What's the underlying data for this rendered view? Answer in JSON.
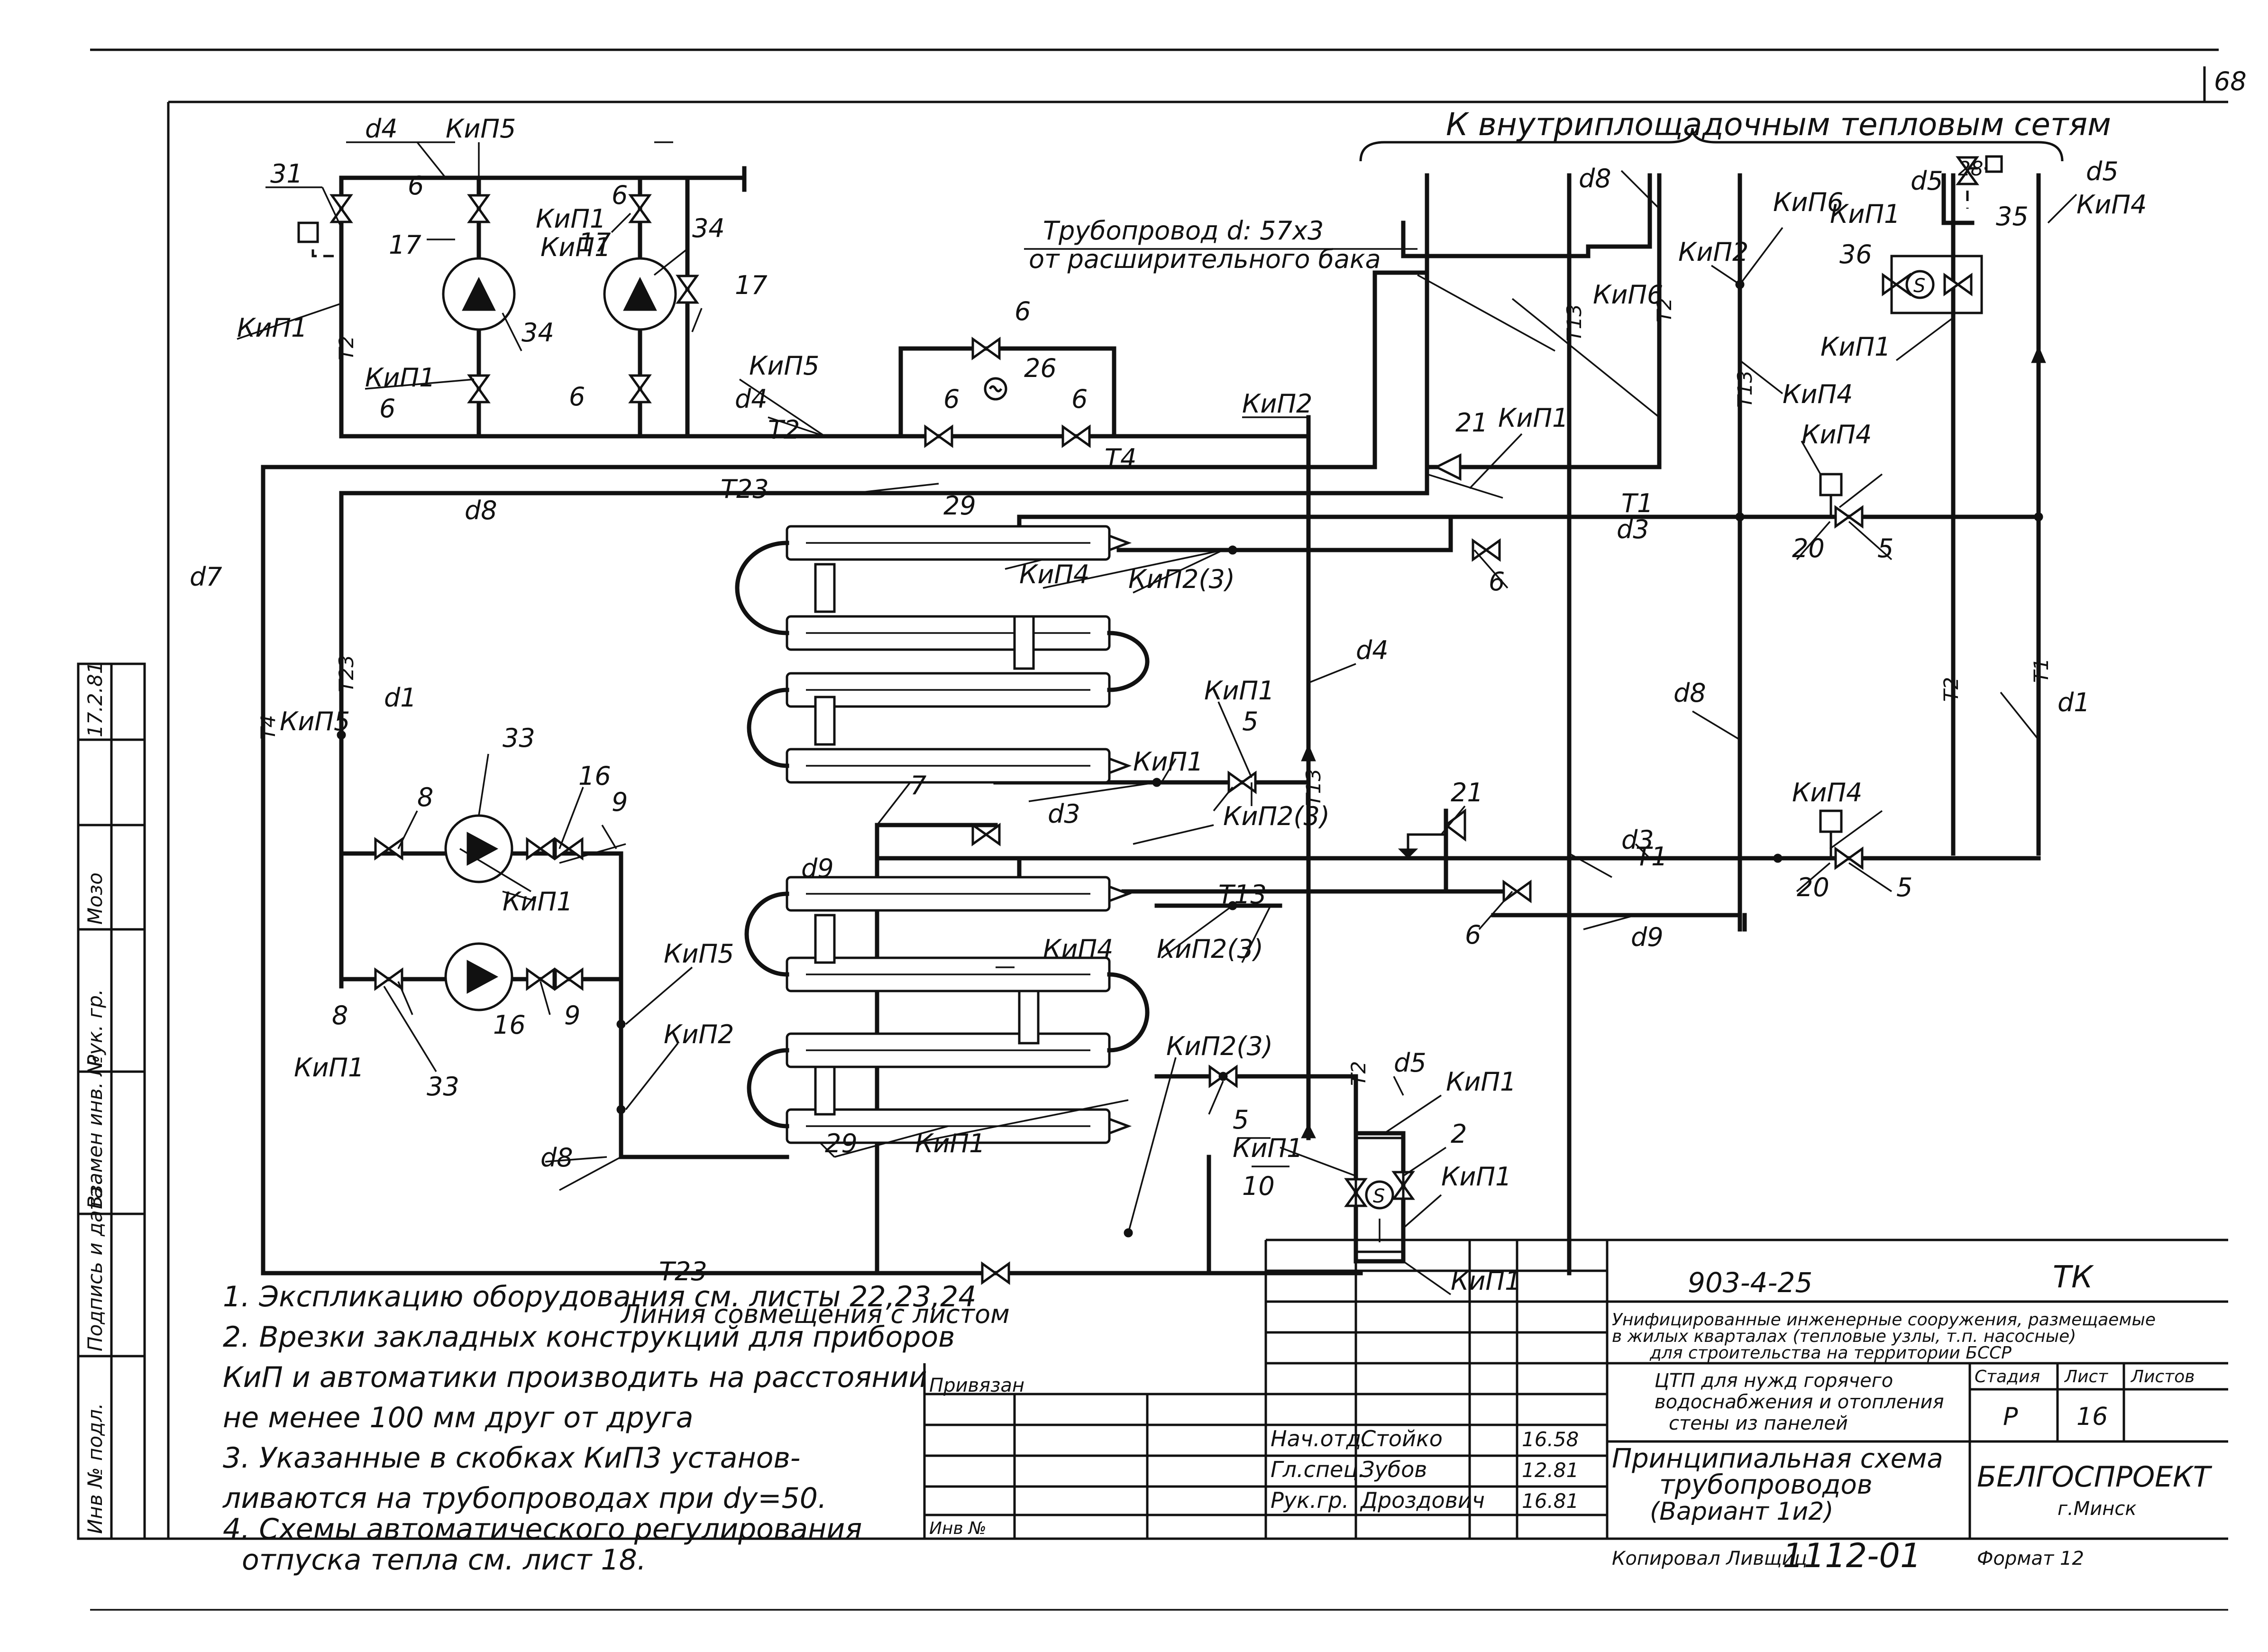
{
  "sheet": {
    "page_number": "68",
    "top_header": "К внутриплощадочным тепловым сетям",
    "expansion_tank_line_1": "Трубопровод d: 57х3",
    "expansion_tank_line_2": "от расширительного бака",
    "junction_line": "Линия совмещения   с листом"
  },
  "labels": {
    "d1": "d1",
    "d3": "d3",
    "d4": "d4",
    "d5": "d5",
    "d7": "d7",
    "d8": "d8",
    "d9": "d9",
    "T1": "T1",
    "T2": "T2",
    "T4": "T4",
    "T13": "T13",
    "T23": "T23",
    "kip1": "КиП1",
    "kip2": "КиП2",
    "kip23": "КиП2(3)",
    "kip4": "КиП4",
    "kip5": "КиП5",
    "kip6": "КиП6",
    "n2": "2",
    "n5": "5",
    "n6": "6",
    "n7": "7",
    "n8": "8",
    "n9": "9",
    "n10": "10",
    "n16": "16",
    "n17": "17",
    "n20": "20",
    "n21": "21",
    "n26": "26",
    "n28": "28",
    "n29": "29",
    "n31": "31",
    "n33": "33",
    "n34": "34",
    "n35": "35",
    "n36": "36"
  },
  "notes": [
    "1. Экспликацию оборудования см. листы 22,23,24",
    "2. Врезки закладных конструкций для приборов",
    "КиП и автоматики производить на расстоянии",
    "не менее  100 мм друг от друга",
    "3. Указанные в скобках КиП3 установ-",
    "ливаются на трубопроводах при dy=50.",
    "4. Схемы автоматического регулирования",
    "отпуска тепла см. лист 18."
  ],
  "side_stamp": {
    "cells": [
      "Инв № подл.",
      "Подпись и дата",
      "Взамен инв. №",
      "Рук. гр.",
      "Мозо",
      "17.2.81"
    ]
  },
  "title_block": {
    "doc_code": "903-4-25",
    "section": "ТК",
    "description_1": "Унифицированные инженерные сооружения, размещаемые",
    "description_2": "в жилых кварталах (тепловые узлы, т.п. насосные)",
    "description_3": "для строительства на территории БССР",
    "object_1": "ЦТП для нужд горячего",
    "object_2": "водоснабжения и отопления",
    "object_3": "стены из панелей",
    "sheet_title_1": "Принципиальная схема",
    "sheet_title_2": "трубопроводов",
    "sheet_title_3": "(Вариант 1и2)",
    "stage_header": "Стадия",
    "sheet_header": "Лист",
    "sheets_header": "Листов",
    "stage": "Р",
    "sheet_no": "16",
    "org": "БЕЛГОСПРОЕКТ",
    "city": "г.Минск",
    "attached": "Привязан",
    "inv": "Инв №",
    "roles": [
      {
        "role": "Нач.отд.",
        "name": "Стойко",
        "date": "16.58"
      },
      {
        "role": "Гл.спец.",
        "name": "Зубов",
        "date": "12.81"
      },
      {
        "role": "Рук.гр.",
        "name": "Дроздович",
        "date": "16.81"
      }
    ],
    "copied": "Копировал Ливщиц",
    "stamp_code": "1112-01",
    "format": "Формат 12"
  }
}
